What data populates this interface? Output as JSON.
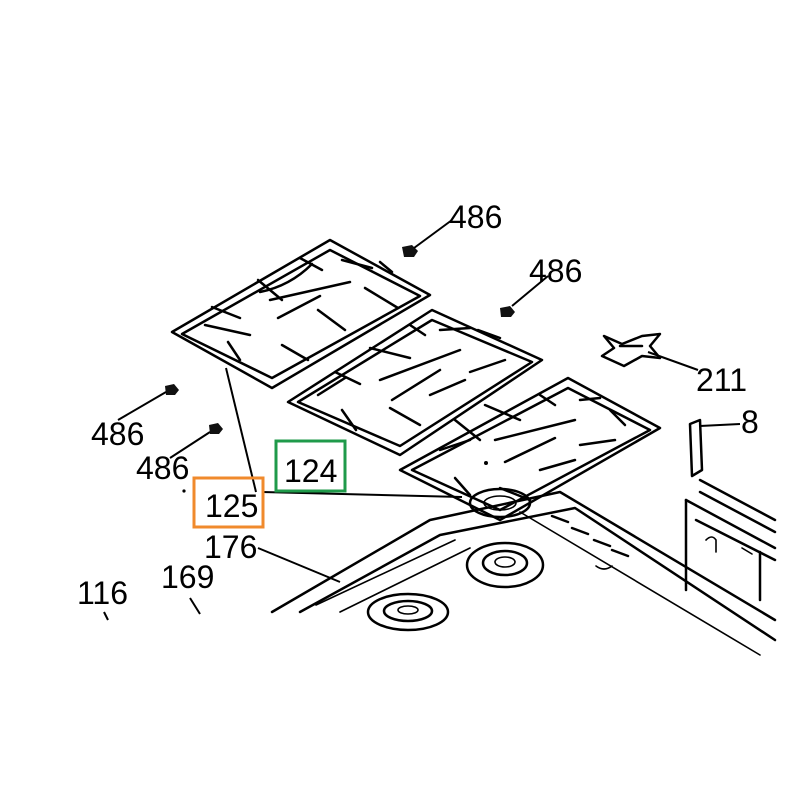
{
  "labels": {
    "grid_clip_top": "486",
    "grid_clip_mid": "486",
    "clip_left_a": "486",
    "clip_left_b": "486",
    "burner_cap_holder": "211",
    "bracket": "8",
    "pan_support_left": "125",
    "pan_support_mid": "124",
    "hob_top": "176",
    "part_169": "169",
    "part_116": "116"
  },
  "highlights": {
    "box_125_color": "#F08A2C",
    "box_124_color": "#1F9A4A"
  }
}
